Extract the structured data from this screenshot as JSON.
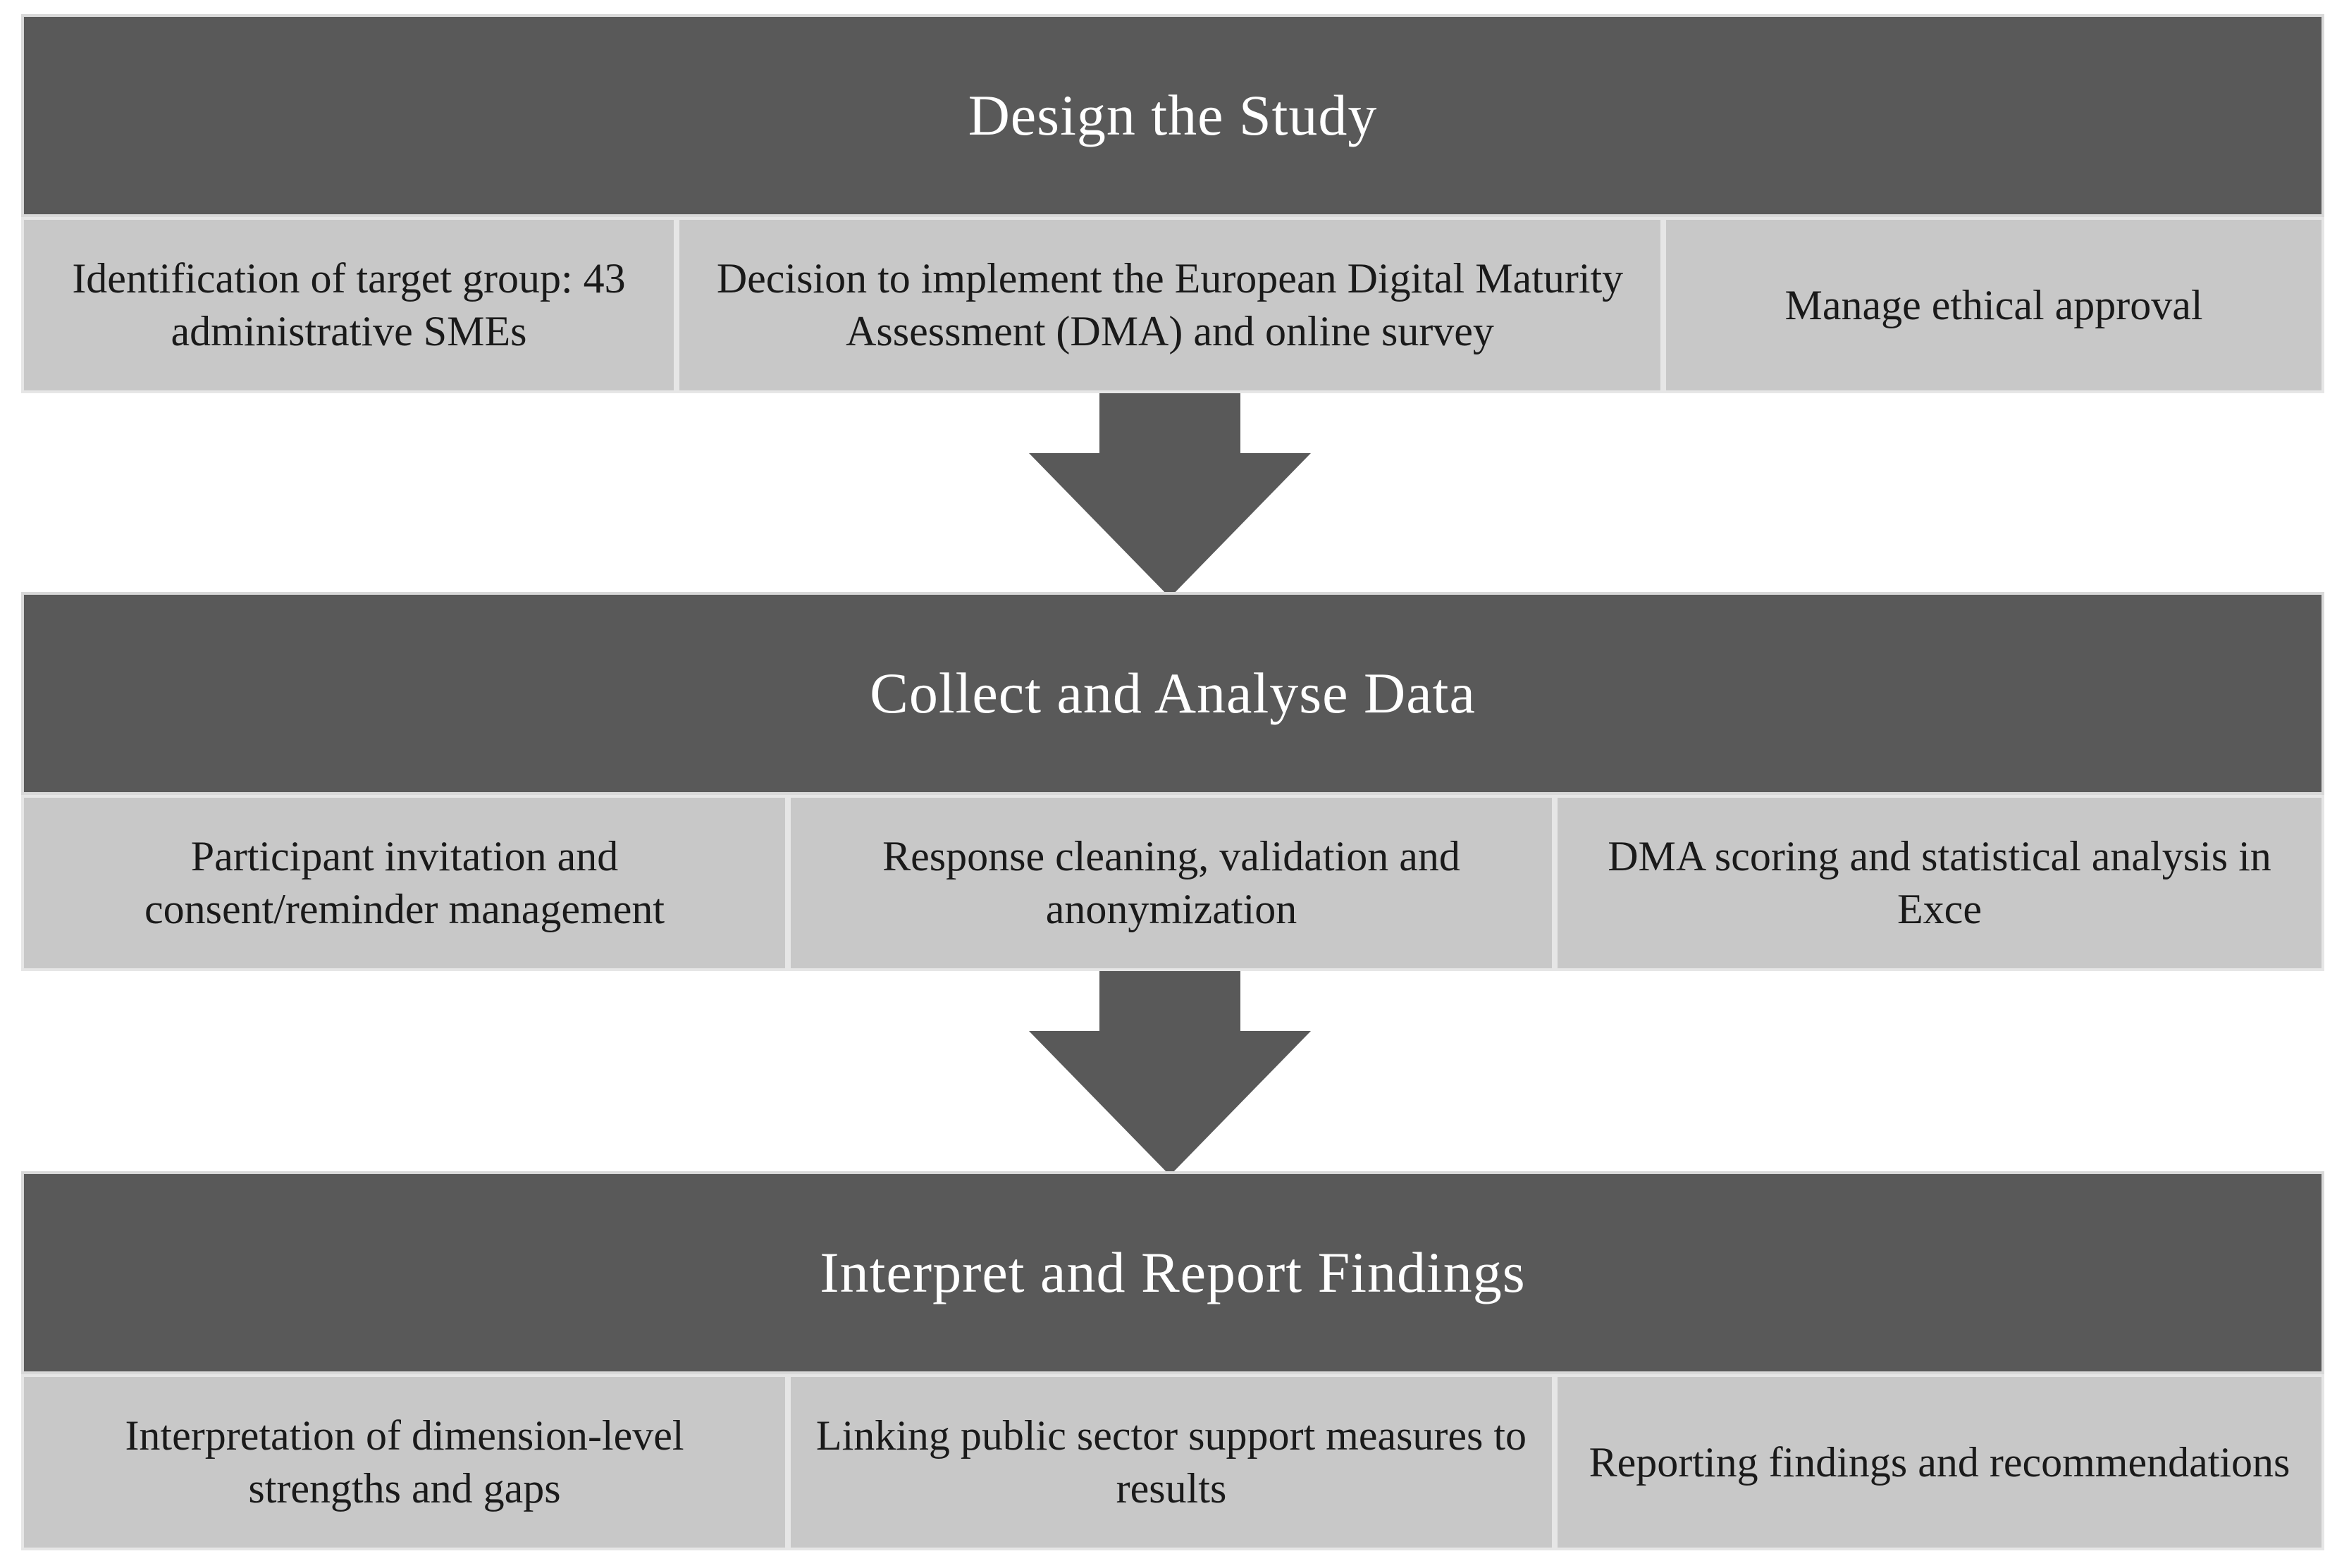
{
  "colors": {
    "header_fill": "#595959",
    "cell_fill": "#c8c8c8",
    "arrow_fill": "#595959",
    "header_text": "#ffffff",
    "cell_text": "#1a1a1a"
  },
  "stages": [
    {
      "title": "Design the Study",
      "items": [
        "Identification of target group: 43 administrative SMEs",
        "Decision to implement the European Digital Maturity Assessment (DMA) and online survey",
        "Manage ethical approval"
      ]
    },
    {
      "title": "Collect and Analyse Data",
      "items": [
        "Participant invitation and consent/reminder management",
        "Response cleaning, validation and anonymization",
        "DMA scoring and statistical analysis in Exce"
      ]
    },
    {
      "title": "Interpret and Report Findings",
      "items": [
        "Interpretation of dimension-level strengths and gaps",
        "Linking public sector support measures to results",
        "Reporting findings and recommendations"
      ]
    }
  ],
  "connectors": [
    {
      "from": "Design the Study",
      "to": "Collect and Analyse Data",
      "icon": "down-arrow-icon"
    },
    {
      "from": "Collect and Analyse Data",
      "to": "Interpret and Report Findings",
      "icon": "down-arrow-icon"
    }
  ]
}
